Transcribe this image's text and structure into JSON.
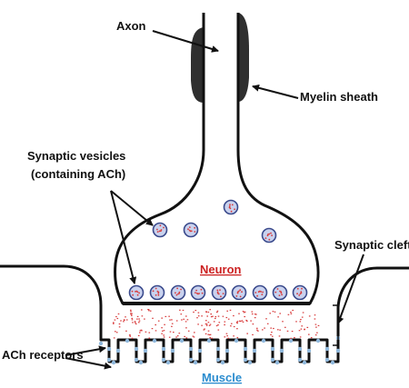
{
  "labels": {
    "axon": "Axon",
    "myelin_sheath": "Myelin sheath",
    "synaptic_vesicles_line1": "Synaptic vesicles",
    "synaptic_vesicles_line2": "(containing ACh)",
    "synaptic_cleft": "Synaptic cleft",
    "neuron": "Neuron",
    "ach_receptors": "ACh receptors",
    "muscle": "Muscle"
  },
  "colors": {
    "outline": "#111111",
    "myelin": "#2f2f2f",
    "neuron_label": "#cc2222",
    "muscle_label": "#2a8ccf",
    "ach_dots": "#d83a3a",
    "vesicle_fill": "#c9d2ee",
    "vesicle_border": "#3a4a8c",
    "receptor": "#8fb8dc"
  },
  "icons": {
    "vesicle": "vesicle-circle",
    "receptor": "receptor-dot"
  }
}
